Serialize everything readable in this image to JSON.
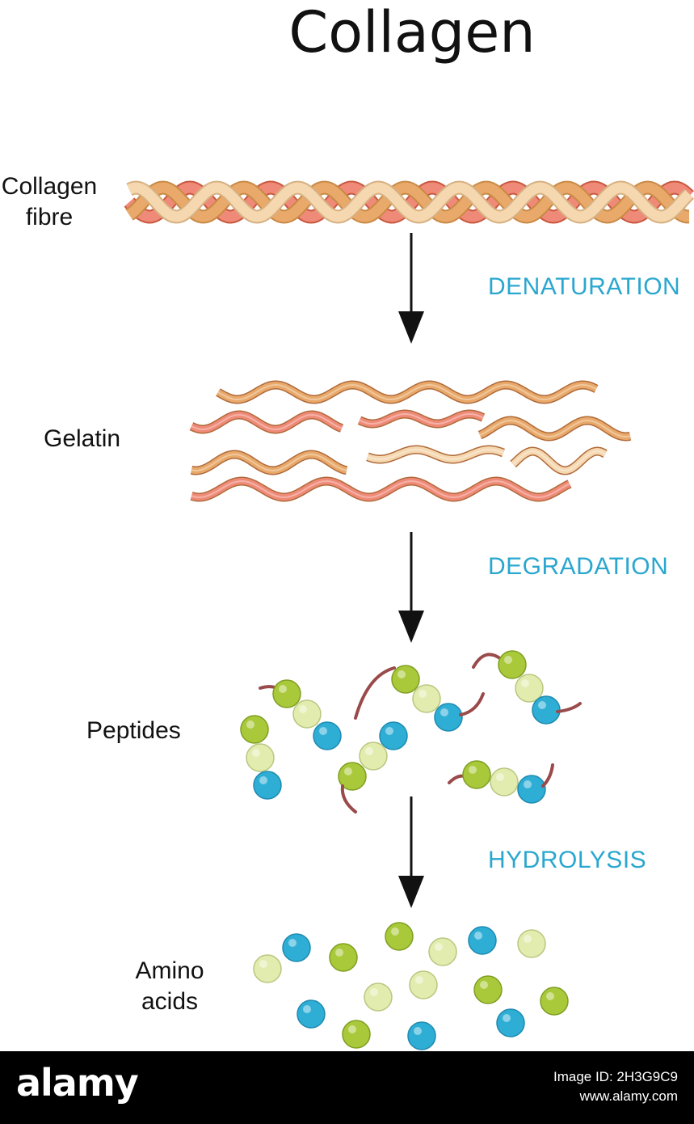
{
  "title": "Collagen",
  "stages": [
    {
      "label": "Collagen\nfibre"
    },
    {
      "label": "Gelatin"
    },
    {
      "label": "Peptides"
    },
    {
      "label": "Amino\nacids"
    }
  ],
  "processes": [
    "DENATURATION",
    "DEGRADATION",
    "HYDROLYSIS"
  ],
  "colors": {
    "process_text": "#2aa7cf",
    "strand_orange": "#e8a96a",
    "strand_red": "#ef8a78",
    "strand_cream": "#f5d7b0",
    "bead_green": "#a9c93a",
    "bead_lightgreen": "#e2ecae",
    "bead_blue": "#2eaed5",
    "linker": "#9a4a4a"
  },
  "footer": {
    "brand": "alamy",
    "image_id": "Image ID: 2H3G9C9",
    "url": "www.alamy.com"
  }
}
